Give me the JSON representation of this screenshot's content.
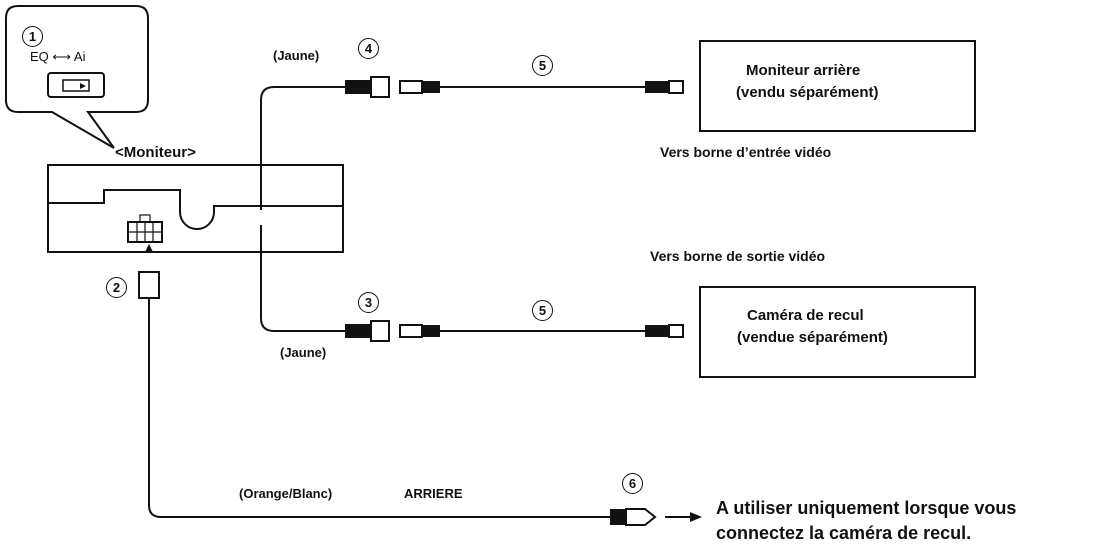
{
  "callouts": {
    "c1": "1",
    "c2": "2",
    "c3": "3",
    "c4": "4",
    "c5_top": "5",
    "c5_bottom": "5",
    "c6": "6"
  },
  "switch_label": "EQ ⟷ Ai",
  "monitor_label": "<Moniteur>",
  "wires": {
    "yellow_top": "(Jaune)",
    "yellow_bottom": "(Jaune)",
    "orange_white": "(Orange/Blanc)",
    "arriere": "ARRIERE"
  },
  "rear_monitor": {
    "line1": "Moniteur arrière",
    "line2": "(vendu séparément)",
    "caption": "Vers borne d’entrée vidéo"
  },
  "camera": {
    "line1": "Caméra de recul",
    "line2": "(vendue séparément)",
    "caption": "Vers borne de sortie vidéo"
  },
  "note": {
    "line1": "A utiliser uniquement lorsque vous",
    "line2": "connectez la caméra de recul."
  }
}
